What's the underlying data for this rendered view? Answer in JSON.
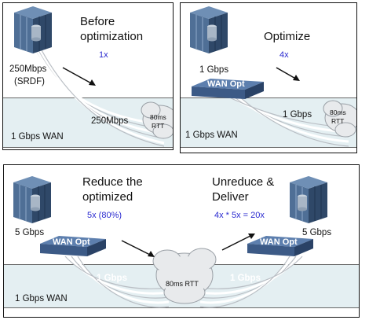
{
  "colors": {
    "panel_border": "#111111",
    "wan_band": "#e4eff2",
    "fiber": "#ffffff",
    "fiber_shadow": "#b9bec4",
    "cloud": "#e8eaec",
    "server_top": "#6f8fb5",
    "server_front": "#4f6f96",
    "server_side": "#2f4868",
    "wanopt_top": "#5d7fae",
    "wanopt_front": "#3c5a86",
    "emphasis_text": "#2a2ad0"
  },
  "icons": [
    "server-stack-icon",
    "wan-optimizer-icon",
    "arrow-icon",
    "cloud-icon"
  ],
  "panel_before": {
    "title_line1": "Before",
    "title_line2": "optimization",
    "ratio": "1x",
    "rate_line1": "250Mbps",
    "rate_line2": "(SRDF)",
    "link_rate": "250Mbps",
    "cloud_line1": "80ms",
    "cloud_line2": "RTT",
    "wan_label": "1 Gbps WAN"
  },
  "panel_optimize": {
    "title": "Optimize",
    "ratio": "4x",
    "rate": "1 Gbps",
    "device": "WAN Opt",
    "link_rate": "1 Gbps",
    "cloud_line1": "80ms",
    "cloud_line2": "RTT",
    "wan_label": "1 Gbps WAN"
  },
  "panel_bottom": {
    "left_title_line1": "Reduce the",
    "left_title_line2": "optimized",
    "left_ratio": "5x (80%)",
    "left_rate": "5 Gbps",
    "left_device": "WAN Opt",
    "left_link_rate": "1 Gbps",
    "right_title_line1": "Unreduce &",
    "right_title_line2": "Deliver",
    "right_ratio": "4x * 5x = 20x",
    "right_rate": "5 Gbps",
    "right_device": "WAN Opt",
    "right_link_rate": "1 Gbps",
    "cloud_label": "80ms RTT",
    "wan_label": "1 Gbps WAN"
  }
}
